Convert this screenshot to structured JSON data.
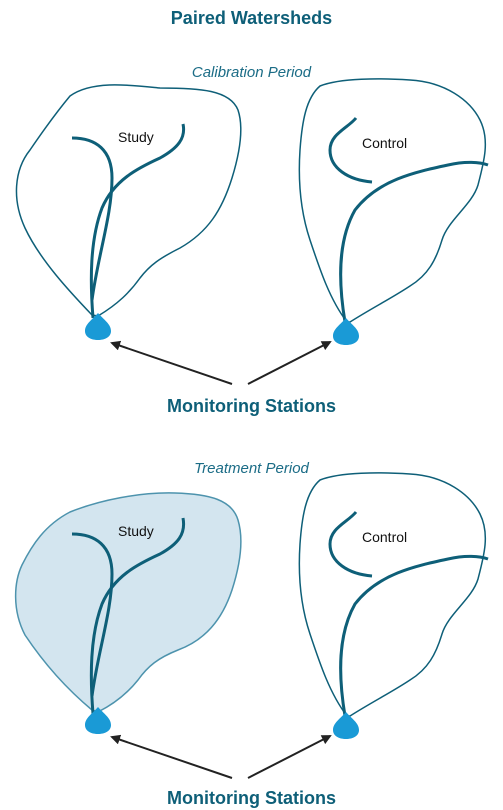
{
  "title": "Paired Watersheds",
  "panels": [
    {
      "period": "Calibration Period",
      "study_label": "Study",
      "control_label": "Control",
      "stations_label": "Monitoring Stations"
    },
    {
      "period": "Treatment Period",
      "study_label": "Study",
      "control_label": "Control",
      "stations_label": "Monitoring Stations"
    }
  ],
  "colors": {
    "outline": "#0e5f78",
    "stream": "#0e5f78",
    "station": "#1a9ad6",
    "treated_fill": "#d3e5ef",
    "arrow": "#222222"
  }
}
